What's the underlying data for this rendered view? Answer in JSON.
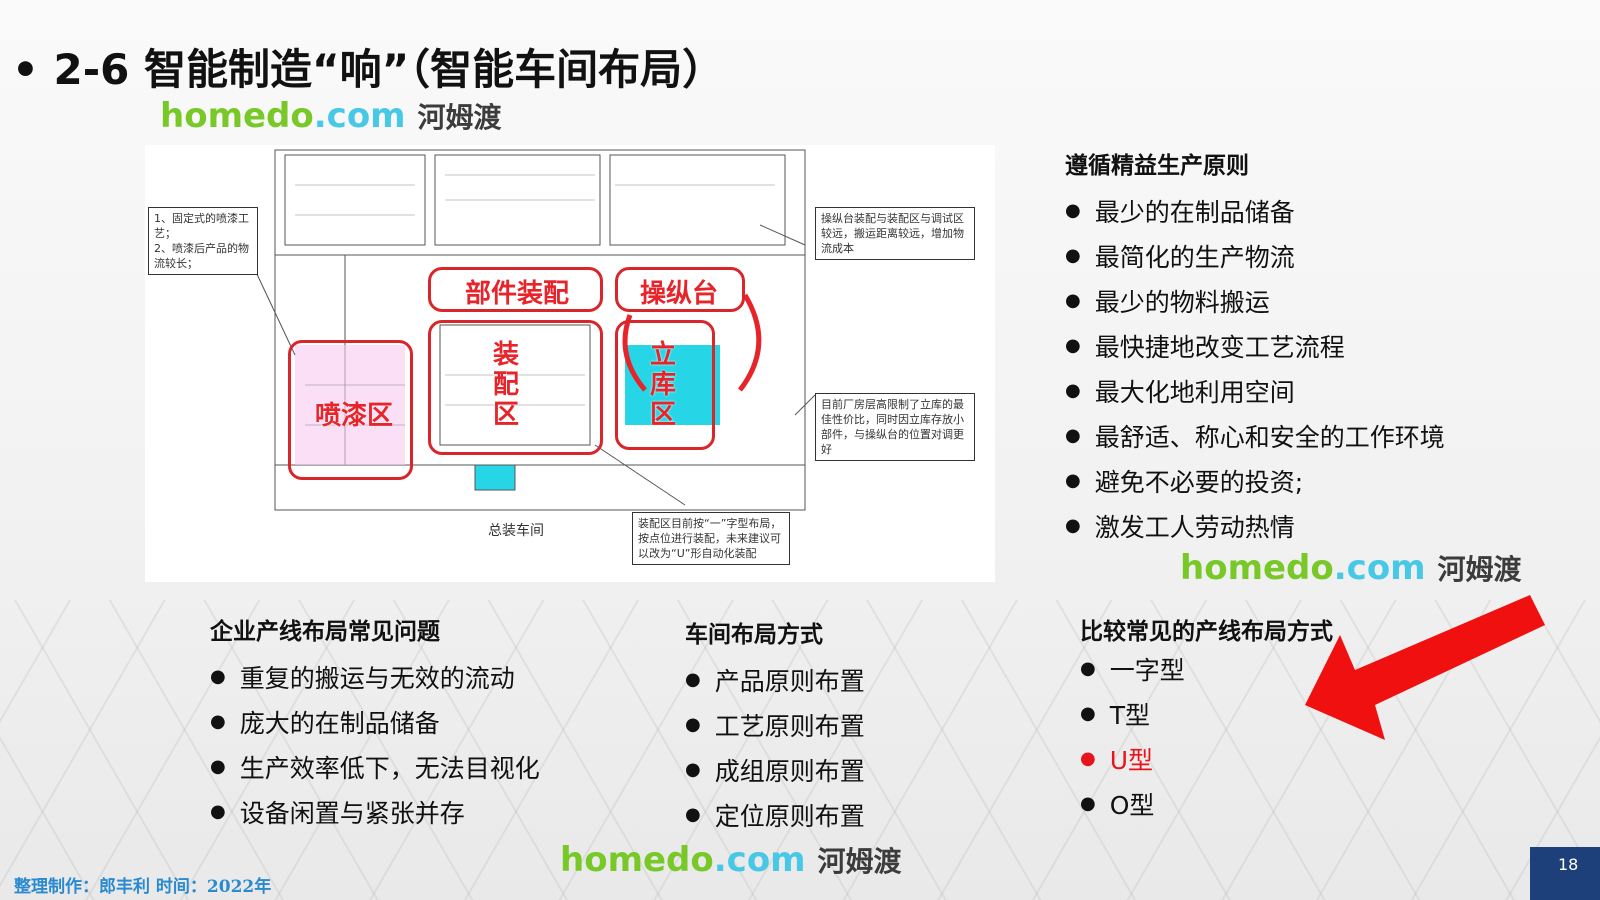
{
  "title": "• 2-6 智能制造“响”（智能车间布局）",
  "diagram": {
    "callout_left": "1、固定式的喷漆工艺；\n2、喷漆后产品的物流较长；",
    "callout_top_right": "操纵台装配与装配区与调试区较远，搬运距离较远，增加物流成本",
    "callout_mid_right": "目前厂房层高限制了立库的最佳性价比，同时因立库存放小部件，与操纵台的位置对调更好",
    "callout_bottom": "装配区目前按“一”字型布局，按点位进行装配，未来建议可以改为“U”形自动化装配",
    "workshop_label": "总装车间",
    "zones": [
      "部件装配",
      "操纵台",
      "装配区",
      "立库区",
      "喷漆区"
    ]
  },
  "lean": {
    "heading": "遵循精益生产原则",
    "items": [
      "最少的在制品储备",
      "最简化的生产物流",
      "最少的物料搬运",
      "最快捷地改变工艺流程",
      "最大化地利用空间",
      "最舒适、称心和安全的工作环境",
      "避免不必要的投资;",
      "激发工人劳动热情"
    ]
  },
  "problems": {
    "heading": "企业产线布局常见问题",
    "items": [
      "重复的搬运与无效的流动",
      "庞大的在制品储备",
      "生产效率低下，无法目视化",
      "设备闲置与紧张并存"
    ]
  },
  "methods": {
    "heading": "车间布局方式",
    "items": [
      "产品原则布置",
      "工艺原则布置",
      "成组原则布置",
      "定位原则布置"
    ]
  },
  "common": {
    "heading": "比较常见的产线布局方式",
    "items": [
      "一字型",
      "T型",
      "U型",
      "O型"
    ],
    "highlight_color": "#e8141b"
  },
  "footer": "整理制作：郎丰利 时间：2022年",
  "page_number": "18",
  "watermark": {
    "brand": "homedo",
    "domain": ".com",
    "cn": "河姆渡"
  }
}
